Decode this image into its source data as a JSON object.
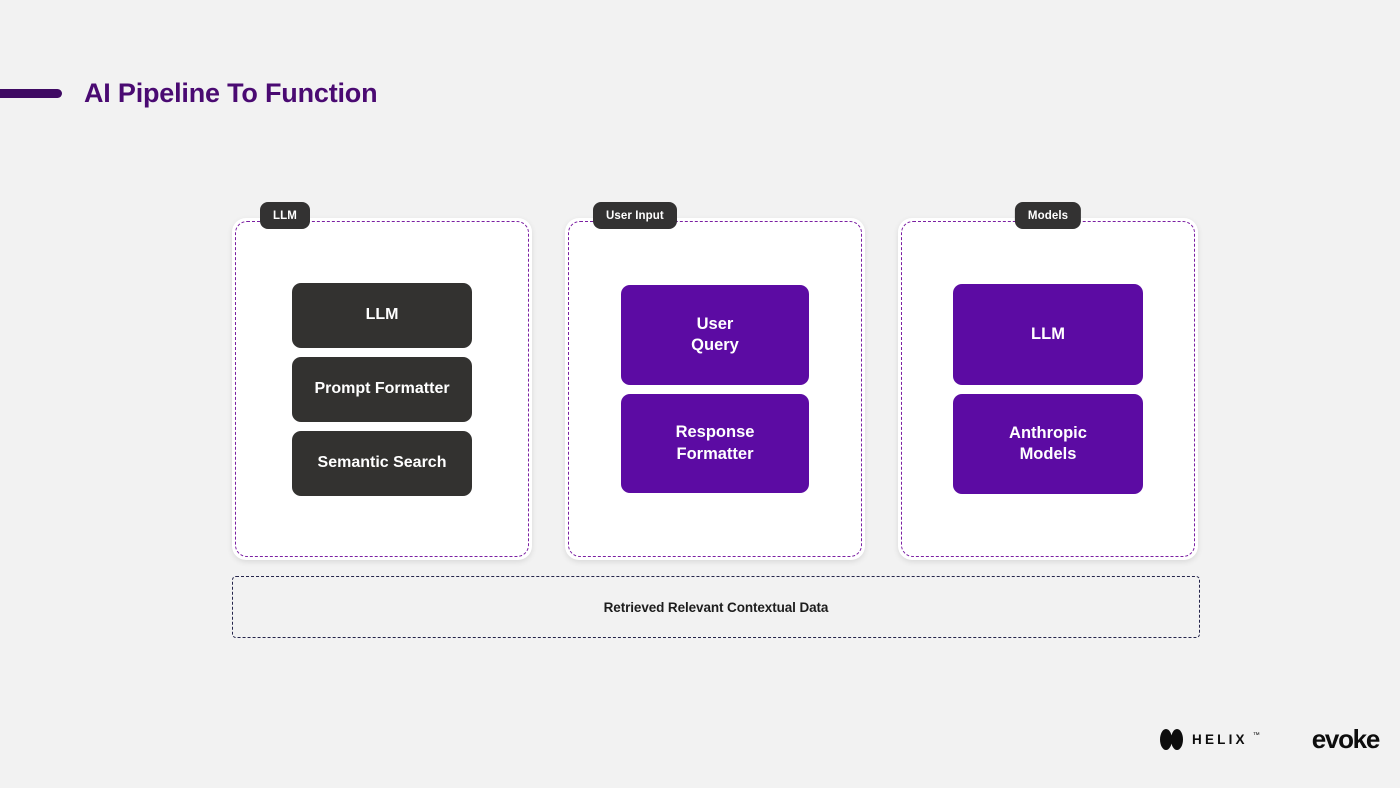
{
  "slide": {
    "title": "AI Pipeline To Function",
    "accent_color": "#3F0A63",
    "title_color": "#4A0A72",
    "background_color": "#f2f2f2"
  },
  "diagram": {
    "panel_border_color": "#7B1FA2",
    "tag_background": "#333232",
    "node_dark_color": "#333230",
    "node_purple_color": "#5C0BA3",
    "columns": [
      {
        "tag": "LLM",
        "tag_align": "left",
        "node_style": "dark",
        "nodes": [
          {
            "lines": [
              "LLM"
            ]
          },
          {
            "lines": [
              "Prompt Formatter"
            ]
          },
          {
            "lines": [
              "Semantic Search"
            ]
          }
        ]
      },
      {
        "tag": "User Input",
        "tag_align": "left",
        "node_style": "purple",
        "nodes": [
          {
            "lines": [
              "User",
              "Query"
            ]
          },
          {
            "lines": [
              "Response",
              "Formatter"
            ]
          }
        ]
      },
      {
        "tag": "Models",
        "tag_align": "center",
        "node_style": "purple",
        "nodes": [
          {
            "lines": [
              "LLM"
            ]
          },
          {
            "lines": [
              "Anthropic",
              "Models"
            ]
          }
        ]
      }
    ],
    "bottom_bar": {
      "label": "Retrieved Relevant Contextual Data",
      "border_color": "#25254B"
    }
  },
  "logos": {
    "helix": {
      "word": "HELIX",
      "trademark": "™"
    },
    "evoke": {
      "word": "evoke"
    }
  }
}
